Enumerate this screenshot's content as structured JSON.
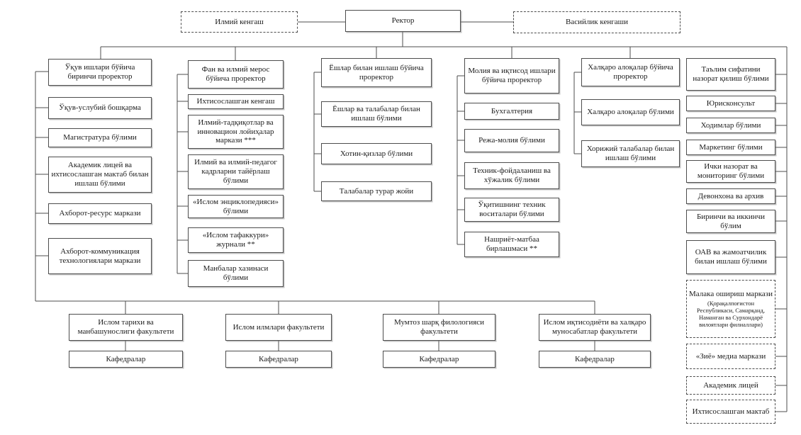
{
  "colors": {
    "box_border": "#4d4d4d",
    "line": "#4d4d4d",
    "text": "#1b1b1b",
    "background": "#ffffff"
  },
  "nodes": {
    "ilmiy_kengash": {
      "label": "Илмий кенгаш"
    },
    "rektor": {
      "label": "Ректор"
    },
    "vasiylik_kengashi": {
      "label": "Васийлик кенгаши"
    },
    "c1_head": {
      "label": "Ўқув ишлари бўйича биринчи проректор"
    },
    "c1_uquv_uslubiy": {
      "label": "Ўқув-услубий бошқарма"
    },
    "c1_magistratura": {
      "label": "Магистратура бўлими"
    },
    "c1_akademik_litsey": {
      "label": "Академик лицей ва ихтисослашган мактаб билан ишлаш бўлими"
    },
    "c1_axborot_resurs": {
      "label": "Ахборот-ресурс маркази"
    },
    "c1_axborot_komm": {
      "label": "Ахборот-коммуникация технологиялари маркази"
    },
    "c2_head": {
      "label": "Фан ва илмий мерос бўйича проректор"
    },
    "c2_ixtisoslashgan_kengash": {
      "label": "Ихтисослашган кенгаш"
    },
    "c2_ilmiy_tadqiqotlar": {
      "label": "Илмий-тадқиқотлар ва инновацион лойиҳалар маркази ***"
    },
    "c2_ilmiy_pedagog": {
      "label": "Илмий ва илмий-педагог кадрларни тайёрлаш бўлими"
    },
    "c2_islom_ensiklopediyasi": {
      "label": "«Ислом энциклопедияси» бўлими"
    },
    "c2_islom_tafakkuri": {
      "label": "«Ислом тафаккури» журнали **"
    },
    "c2_manbalar": {
      "label": "Манбалар хазинаси бўлими"
    },
    "c3_head": {
      "label": "Ёшлар билан ишлаш бўйича проректор"
    },
    "c3_yoshlar_talabalar": {
      "label": "Ёшлар ва талабалар билан ишлаш бўлими"
    },
    "c3_xotin_qizlar": {
      "label": "Хотин-қизлар бўлими"
    },
    "c3_talabalar_turar": {
      "label": "Талабалар турар жойи"
    },
    "c4_head": {
      "label": "Молия ва иқтисод ишлари бўйича проректор"
    },
    "c4_buxgalteriya": {
      "label": "Бухгалтерия"
    },
    "c4_reja_moliya": {
      "label": "Режа-молия бўлими"
    },
    "c4_texnik_foydalanish": {
      "label": "Техник-фойдаланиш ва хўжалик бўлими"
    },
    "c4_oqitish_texnik": {
      "label": "Ўқитишнинг техник воситалари бўлими"
    },
    "c4_nashriyot_matbaa": {
      "label": "Нашриёт-матбаа бирлашмаси **"
    },
    "c5_head": {
      "label": "Халқаро алоқалар бўйича проректор"
    },
    "c5_xalqaro_aloqalar": {
      "label": "Халқаро алоқалар бўлими"
    },
    "c5_xorijiy_talabalar": {
      "label": "Хорижий талабалар билан ишлаш бўлими"
    },
    "c6_talim_sifati": {
      "label": "Таълим сифатини назорат қилиш бўлими"
    },
    "c6_yuriskonsult": {
      "label": "Юрисконсульт"
    },
    "c6_xodimlar": {
      "label": "Ходимлар бўлими"
    },
    "c6_marketing": {
      "label": "Маркетинг бўлими"
    },
    "c6_ichki_nazorat": {
      "label": "Ички назорат ва мониторинг бўлими"
    },
    "c6_devonxona": {
      "label": "Девонхона ва архив"
    },
    "c6_birinchi_ikkinchi": {
      "label": "Биринчи ва иккинчи бўлим"
    },
    "c6_oav": {
      "label": "ОАВ ва жамоатчилик билан ишлаш бўлими"
    },
    "c6_malaka_oshirish": {
      "label": "Малака ошириш маркази",
      "sublabel": "(Қорақалпоғистон Республикаси, Самарқанд, Наманган ва Сурхондарё вилоятлари филиаллари)"
    },
    "c6_ziyo_media": {
      "label": "«Зиё» медиа маркази"
    },
    "c6_akademik_litsey": {
      "label": "Академик лицей"
    },
    "c6_ixtisoslashgan_maktab": {
      "label": "Ихтисослашган мактаб"
    },
    "f1": {
      "label": "Ислом тарихи ва манбашунослиги факультети"
    },
    "f1_kafedralar": {
      "label": "Кафедралар"
    },
    "f2": {
      "label": "Ислом илмлари факультети"
    },
    "f2_kafedralar": {
      "label": "Кафедралар"
    },
    "f3": {
      "label": "Мумтоз шарқ филологияси факультети"
    },
    "f3_kafedralar": {
      "label": "Кафедралар"
    },
    "f4": {
      "label": "Ислом иқтисодиёти ва халқаро муносабатлар факультети"
    },
    "f4_kafedralar": {
      "label": "Кафедралар"
    }
  }
}
